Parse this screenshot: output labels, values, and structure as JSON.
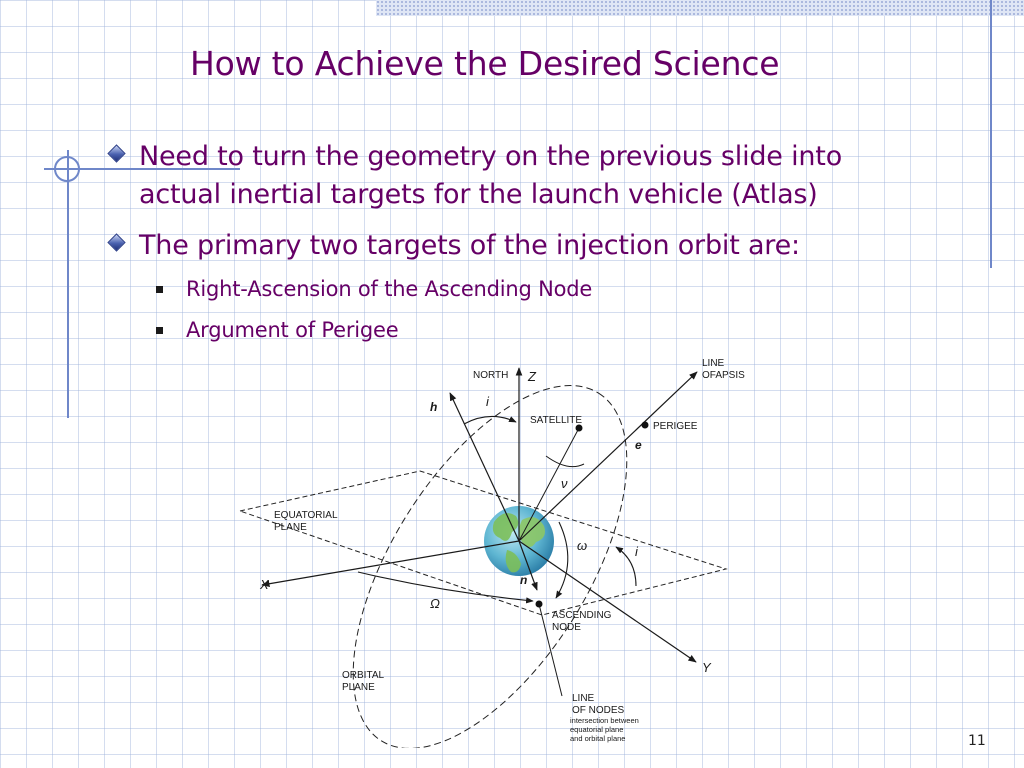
{
  "slide": {
    "title": "How to Achieve the Desired Science",
    "bullets": [
      {
        "lines": [
          "Need to turn the geometry on the previous slide into",
          "actual inertial targets for the launch vehicle (Atlas)"
        ]
      },
      {
        "lines": [
          "The primary two targets of the injection orbit are:"
        ],
        "sub_bullets": [
          "Right-Ascension of the Ascending Node",
          "Argument of Perigee"
        ]
      }
    ],
    "page_number": "11"
  },
  "diagram": {
    "labels": {
      "north": "NORTH",
      "z": "Z",
      "line_of_apsis_1": "LINE",
      "line_of_apsis_2": "OFAPSIS",
      "h": "h",
      "i_top": "i",
      "satellite": "SATELLITE",
      "perigee": "PERIGEE",
      "e": "e",
      "nu": "ν",
      "equatorial_1": "EQUATORIAL",
      "equatorial_2": "PLANE",
      "omega_small": "ω",
      "i_right": "i",
      "x": "X",
      "n": "n",
      "omega_big": "Ω",
      "ascending_1": "ASCENDING",
      "ascending_2": "NODE",
      "y": "Y",
      "orbital_1": "ORBITAL",
      "orbital_2": "PLANE",
      "line_nodes_1": "LINE",
      "line_nodes_2": "OF NODES",
      "note_1": "intersection between",
      "note_2": "equatorial plane",
      "note_3": "and orbital plane"
    }
  },
  "colors": {
    "title": "#660066",
    "text": "#660066",
    "grid": "#a0b4dc",
    "accent_rule": "#6f87c9"
  }
}
